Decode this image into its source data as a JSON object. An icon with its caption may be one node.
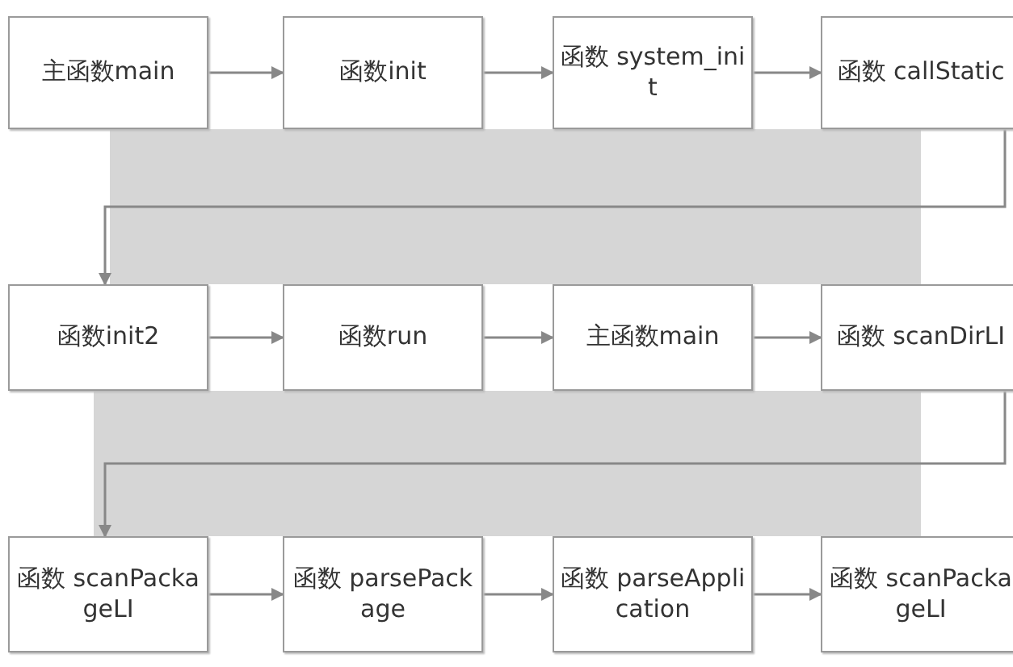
{
  "diagram": {
    "nodes": [
      {
        "text": [
          "主函数main"
        ]
      },
      {
        "text": [
          "函数init"
        ]
      },
      {
        "text": [
          "函数 system_init"
        ]
      },
      {
        "text": [
          "函数 callStatic"
        ]
      },
      {
        "text": [
          "函数init2"
        ]
      },
      {
        "text": [
          "函数run"
        ]
      },
      {
        "text": [
          "主函数main"
        ]
      },
      {
        "text": [
          "函数 scanDirLI"
        ]
      },
      {
        "text": [
          "函数 scanPackageLI"
        ]
      },
      {
        "text": [
          "函数 parsePackage"
        ]
      },
      {
        "text": [
          "函数 parseApplication"
        ]
      },
      {
        "text": [
          "函数 scanPackageLI"
        ]
      }
    ],
    "edges": [
      {
        "from": 0,
        "to": 1,
        "arrow": "to"
      },
      {
        "from": 1,
        "to": 2,
        "arrow": "to"
      },
      {
        "from": 2,
        "to": 3,
        "arrow": "to"
      },
      {
        "from": 3,
        "to": 4,
        "arrow": "to"
      },
      {
        "from": 4,
        "to": 5,
        "arrow": "to"
      },
      {
        "from": 5,
        "to": 6,
        "arrow": "to"
      },
      {
        "from": 6,
        "to": 7,
        "arrow": "to"
      },
      {
        "from": 7,
        "to": 8,
        "arrow": "to"
      },
      {
        "from": 8,
        "to": 9,
        "arrow": "to"
      },
      {
        "from": 9,
        "to": 10,
        "arrow": "to"
      },
      {
        "from": 10,
        "to": 11,
        "arrow": "to"
      }
    ]
  }
}
